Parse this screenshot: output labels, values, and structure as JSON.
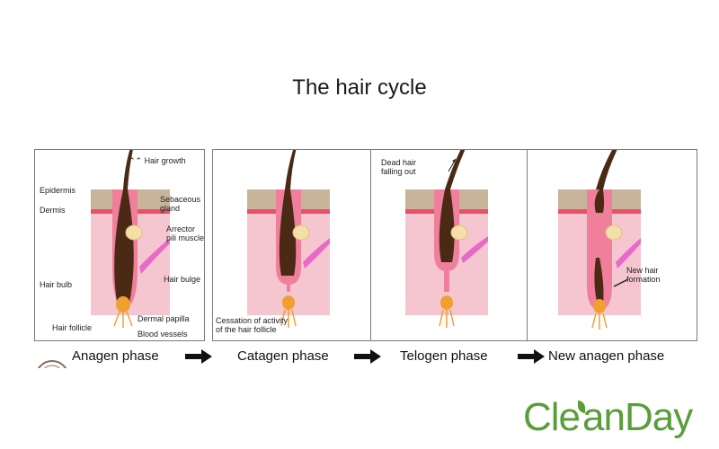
{
  "title": "The hair cycle",
  "phases": [
    {
      "name": "Anagen phase"
    },
    {
      "name": "Catagen phase"
    },
    {
      "name": "Telogen phase"
    },
    {
      "name": "New anagen phase"
    }
  ],
  "labels": {
    "hair_growth": "Hair growth",
    "epidermis": "Epidermis",
    "dermis": "Dermis",
    "sebaceous_gland": [
      "Sebaceous",
      "gland"
    ],
    "arrector_pili": [
      "Arrector",
      "pili muscle"
    ],
    "hair_bulge": "Hair bulge",
    "hair_bulb": "Hair bulb",
    "hair_follicle": "Hair follicle",
    "dermal_papilla": "Dermal papilla",
    "blood_vessels": "Blood vessels",
    "cessation": [
      "Cessation of activity",
      "of the hair follicle"
    ],
    "dead_hair": [
      "Dead hair",
      "falling out"
    ],
    "new_hair": [
      "New hair",
      "formation"
    ]
  },
  "brand": {
    "name_part1": "Cle",
    "name_part2": "anDay"
  },
  "colors": {
    "skin": "#f5c5d0",
    "epidermis": "#c8b49a",
    "dermis_line": "#e8506a",
    "hair": "#4a2a14",
    "papilla": "#f0a030",
    "follicle": "#ef7f9a",
    "brand_green": "#5a9e3a"
  }
}
